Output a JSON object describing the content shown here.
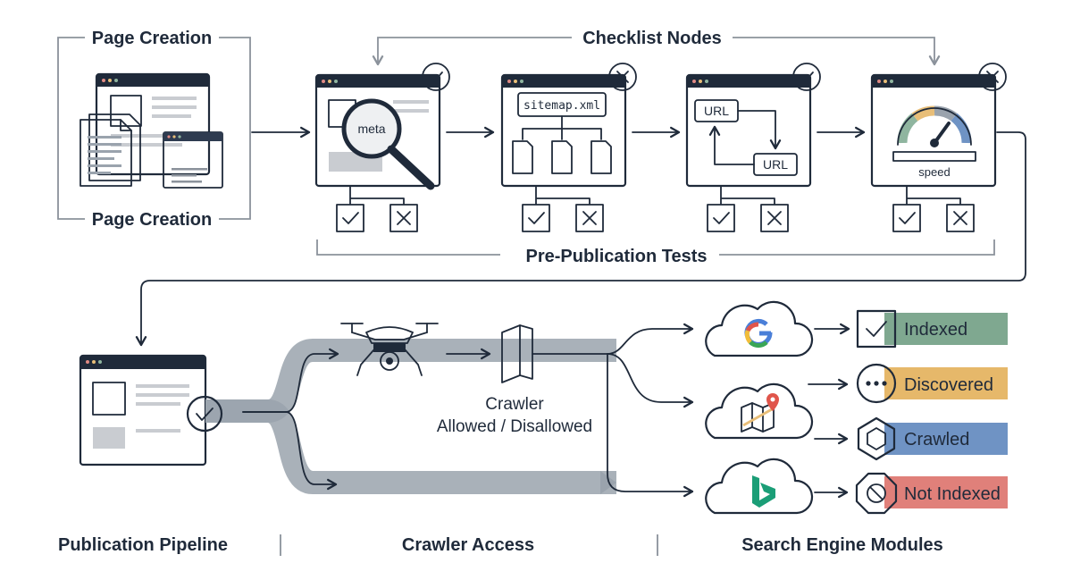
{
  "labels": {
    "page_creation_top": "Page Creation",
    "page_creation_bottom": "Page Creation",
    "checklist_nodes": "Checklist Nodes",
    "pre_publication_tests": "Pre-Publication Tests",
    "crawler_line1": "Crawler",
    "crawler_line2": "Allowed / Disallowed",
    "footer_publication": "Publication Pipeline",
    "footer_crawler": "Crawler Access",
    "footer_search": "Search Engine Modules"
  },
  "tests": {
    "meta_text": "meta",
    "sitemap_text": "sitemap.xml",
    "url_a": "URL",
    "url_b": "URL",
    "speed_text": "speed",
    "code_glyph": "</>"
  },
  "statuses": [
    {
      "label": "Indexed",
      "color": "#7fa890",
      "icon": "check-icon"
    },
    {
      "label": "Discovered",
      "color": "#e6b86a",
      "icon": "dots-icon"
    },
    {
      "label": "Crawled",
      "color": "#6f93c4",
      "icon": "hexagon-icon"
    },
    {
      "label": "Not Indexed",
      "color": "#e0807a",
      "icon": "forbidden-icon"
    }
  ],
  "colors": {
    "ink": "#1f2a3a",
    "pass_green": "#8fb59f",
    "fail_red": "#e08a84",
    "warn_amber": "#e8be78",
    "panel_green": "#8fb59f",
    "flow_grey": "#9aa3ad",
    "page_grey": "#c9ccd1"
  }
}
